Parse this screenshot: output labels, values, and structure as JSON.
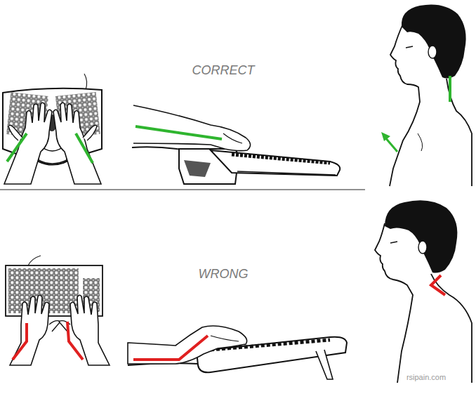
{
  "diagram": {
    "labels": [
      "CORRECT",
      "WRONG",
      "rsipain.com"
    ]
  }
}
